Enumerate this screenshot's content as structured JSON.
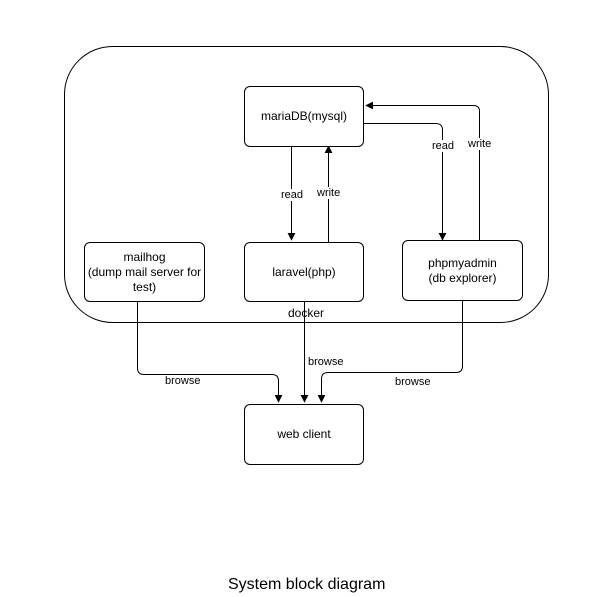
{
  "diagram": {
    "container_label": "docker",
    "title": "System block diagram",
    "nodes": {
      "mariadb": "mariaDB(mysql)",
      "mailhog": "mailhog\n(dump mail server for\ntest)",
      "laravel": "laravel(php)",
      "phpmyadmin": "phpmyadmin\n(db explorer)",
      "webclient": "web client"
    },
    "edges": {
      "maria_to_laravel": "read",
      "laravel_to_maria": "write",
      "maria_to_phpmyadmin": "read",
      "phpmyadmin_to_maria": "write",
      "mailhog_to_web": "browse",
      "laravel_to_web": "browse",
      "phpmyadmin_to_web": "browse"
    }
  }
}
